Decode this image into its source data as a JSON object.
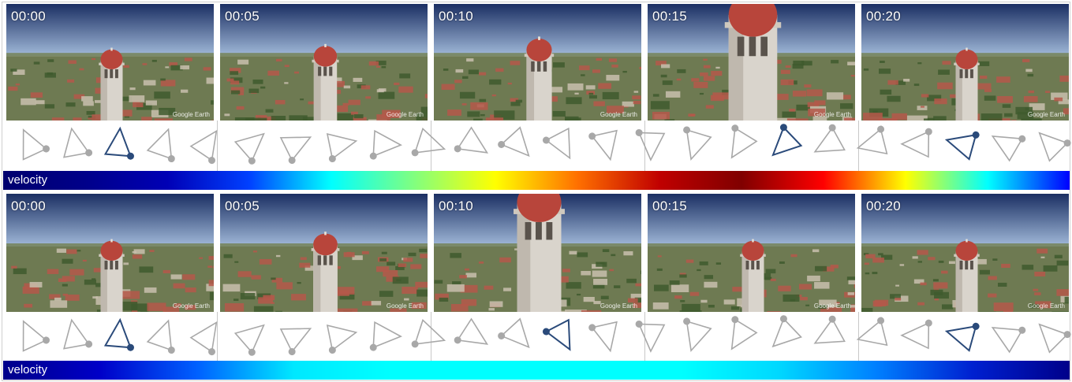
{
  "sections": [
    {
      "frames": [
        {
          "timestamp": "00:00",
          "watermark": "Google Earth",
          "zoom": 1.0
        },
        {
          "timestamp": "00:05",
          "watermark": "Google Earth",
          "zoom": 1.05
        },
        {
          "timestamp": "00:10",
          "watermark": "Google Earth",
          "zoom": 1.15
        },
        {
          "timestamp": "00:15",
          "watermark": "Google Earth",
          "zoom": 2.2
        },
        {
          "timestamp": "00:20",
          "watermark": "Google Earth",
          "zoom": 1.0
        }
      ],
      "camera_glyph_count": 24,
      "highlighted_glyphs": [
        2,
        17,
        21
      ],
      "velocity_label": "velocity",
      "velocity_gradient": [
        "#00006e",
        "#00008a",
        "#0000b5",
        "#0040ff",
        "#00ffff",
        "#80ff80",
        "#ffff00",
        "#ff7000",
        "#c00000",
        "#800000",
        "#ff0000",
        "#ffff00",
        "#00ffff",
        "#0000ff"
      ]
    },
    {
      "frames": [
        {
          "timestamp": "00:00",
          "watermark": "Google Earth",
          "zoom": 1.0
        },
        {
          "timestamp": "00:05",
          "watermark": "Google Earth",
          "zoom": 1.1
        },
        {
          "timestamp": "00:10",
          "watermark": "Google Earth",
          "zoom": 2.0
        },
        {
          "timestamp": "00:15",
          "watermark": "Google Earth",
          "zoom": 1.0
        },
        {
          "timestamp": "00:20",
          "watermark": "Google Earth",
          "zoom": 1.0
        }
      ],
      "camera_glyph_count": 24,
      "highlighted_glyphs": [
        2,
        12,
        21
      ],
      "velocity_label": "velocity",
      "velocity_gradient": [
        "#00008a",
        "#0000c8",
        "#0060ff",
        "#00e8ff",
        "#00ffff",
        "#00ffff",
        "#00ffff",
        "#00ffff",
        "#00d8ff",
        "#0080ff",
        "#0020d0",
        "#00008a"
      ]
    }
  ],
  "colors": {
    "glyph_normal": "#a8a8a8",
    "glyph_highlight": "#2a4a7a",
    "sky_top": "#1b2f63",
    "sky_bottom": "#9eb6d6",
    "tower": "#d9d4cc",
    "dome": "#b8453b"
  }
}
